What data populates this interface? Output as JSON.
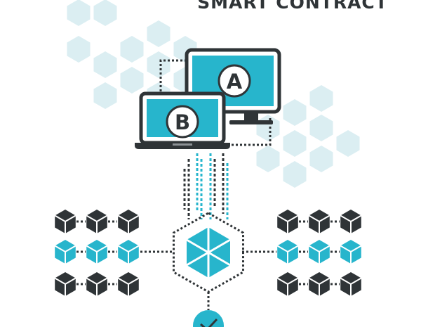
{
  "title": "SMART CONTRACT",
  "computers": {
    "desktop": {
      "label": "A"
    },
    "laptop": {
      "label": "B"
    }
  },
  "colors": {
    "accent": "#27b5cc",
    "dark": "#2f3437",
    "hex_light": "#dbeef2"
  },
  "icons": {
    "hub": "blockchain-hexagon-icon",
    "bottom": "verified-check-icon"
  }
}
